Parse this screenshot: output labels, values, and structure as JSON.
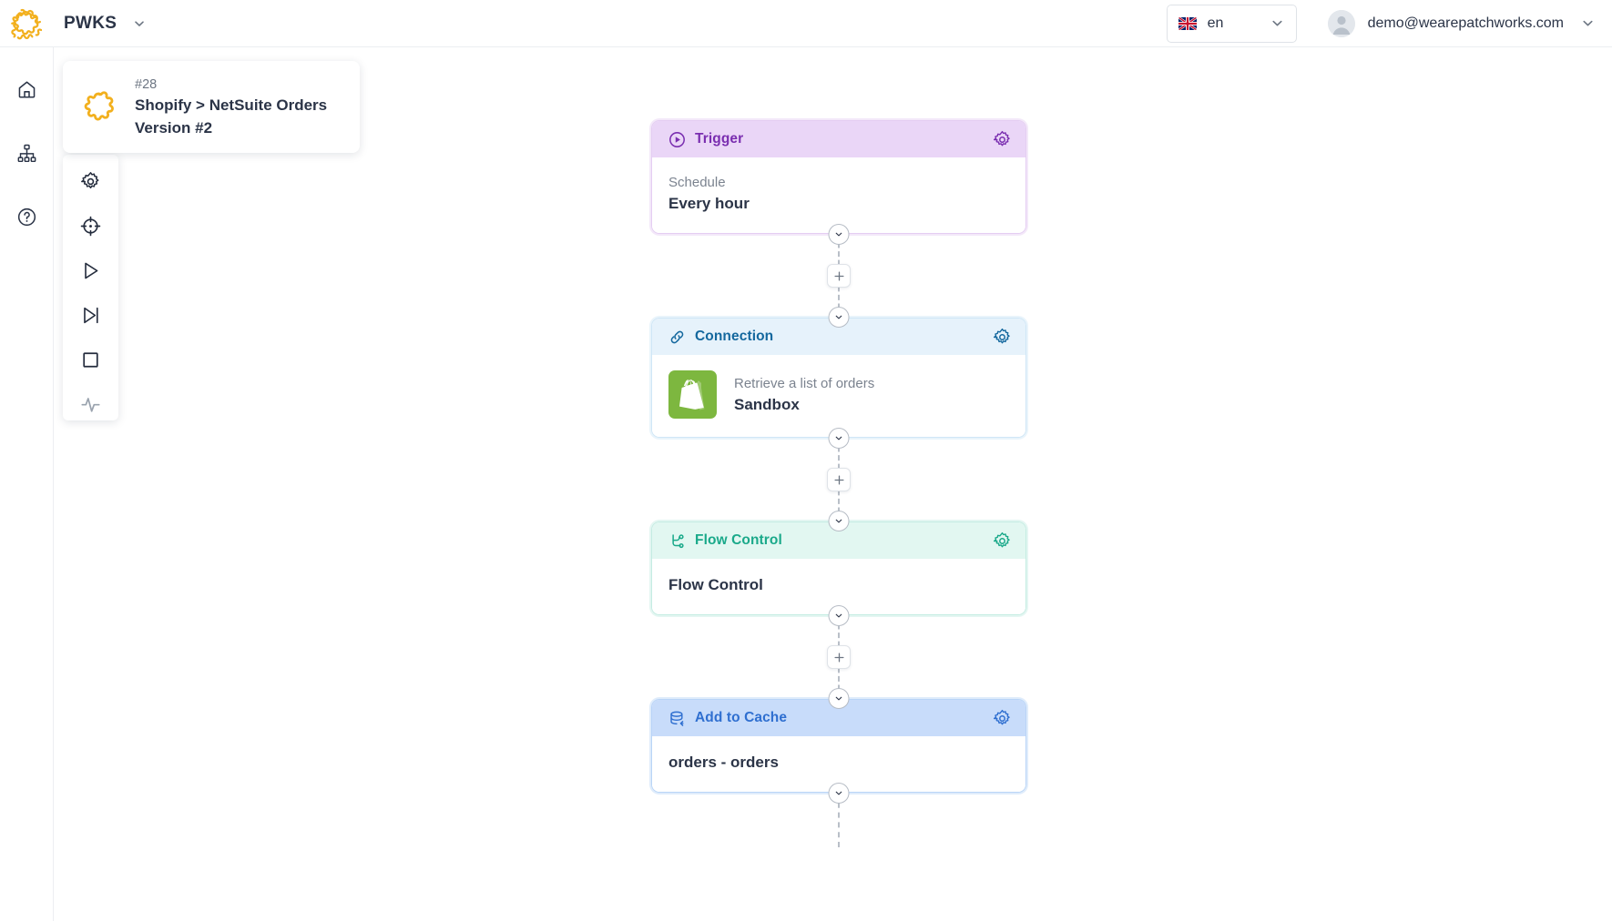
{
  "header": {
    "brand_name": "PWKS",
    "brand_logo_icon": "patchworks-puzzle-logo",
    "brand_caret_icon": "chevron-down-icon",
    "language": {
      "code": "en",
      "flag": "uk-flag-icon",
      "caret_icon": "chevron-down-icon"
    },
    "user": {
      "email": "demo@wearepatchworks.com",
      "avatar_icon": "user-avatar-icon",
      "caret_icon": "chevron-down-icon"
    }
  },
  "rail": {
    "items": [
      {
        "name": "home",
        "icon": "home-icon"
      },
      {
        "name": "flows",
        "icon": "sitemap-icon"
      },
      {
        "name": "help",
        "icon": "question-circle-icon"
      }
    ]
  },
  "project": {
    "number": "#28",
    "title": "Shopify > NetSuite Orders",
    "version": "Version #2",
    "icon": "patchworks-puzzle-logo"
  },
  "toolstrip": {
    "items": [
      {
        "name": "settings",
        "icon": "gear-icon",
        "disabled": false
      },
      {
        "name": "target",
        "icon": "crosshair-icon",
        "disabled": false
      },
      {
        "name": "run",
        "icon": "play-icon",
        "disabled": false
      },
      {
        "name": "step",
        "icon": "skip-forward-icon",
        "disabled": false
      },
      {
        "name": "stop",
        "icon": "stop-square-icon",
        "disabled": false
      },
      {
        "name": "activity",
        "icon": "activity-pulse-icon",
        "disabled": true
      }
    ]
  },
  "flow": {
    "add_icon": "plus-icon",
    "port_icon": "chevron-down-icon",
    "gear_icon": "gear-icon",
    "nodes": [
      {
        "variant": "trigger",
        "head_title": "Trigger",
        "head_icon": "play-circle-icon",
        "sub": "Schedule",
        "main": "Every hour",
        "app_icon": null,
        "accent": "#7a2eb0",
        "head_bg": "#ead6f7"
      },
      {
        "variant": "connection",
        "head_title": "Connection",
        "head_icon": "link-icon",
        "sub": "Retrieve a list of orders",
        "main": "Sandbox",
        "app_icon": "shopify-logo",
        "accent": "#14689e",
        "head_bg": "#e6f2fb"
      },
      {
        "variant": "flowctl",
        "head_title": "Flow Control",
        "head_icon": "branch-icon",
        "sub": null,
        "main": "Flow Control",
        "app_icon": null,
        "accent": "#1aa98a",
        "head_bg": "#e2f7f1"
      },
      {
        "variant": "cache",
        "head_title": "Add to Cache",
        "head_icon": "database-icon",
        "sub": null,
        "main": "orders - orders",
        "app_icon": null,
        "accent": "#2f6fd0",
        "head_bg": "#c8dcfa"
      }
    ]
  }
}
